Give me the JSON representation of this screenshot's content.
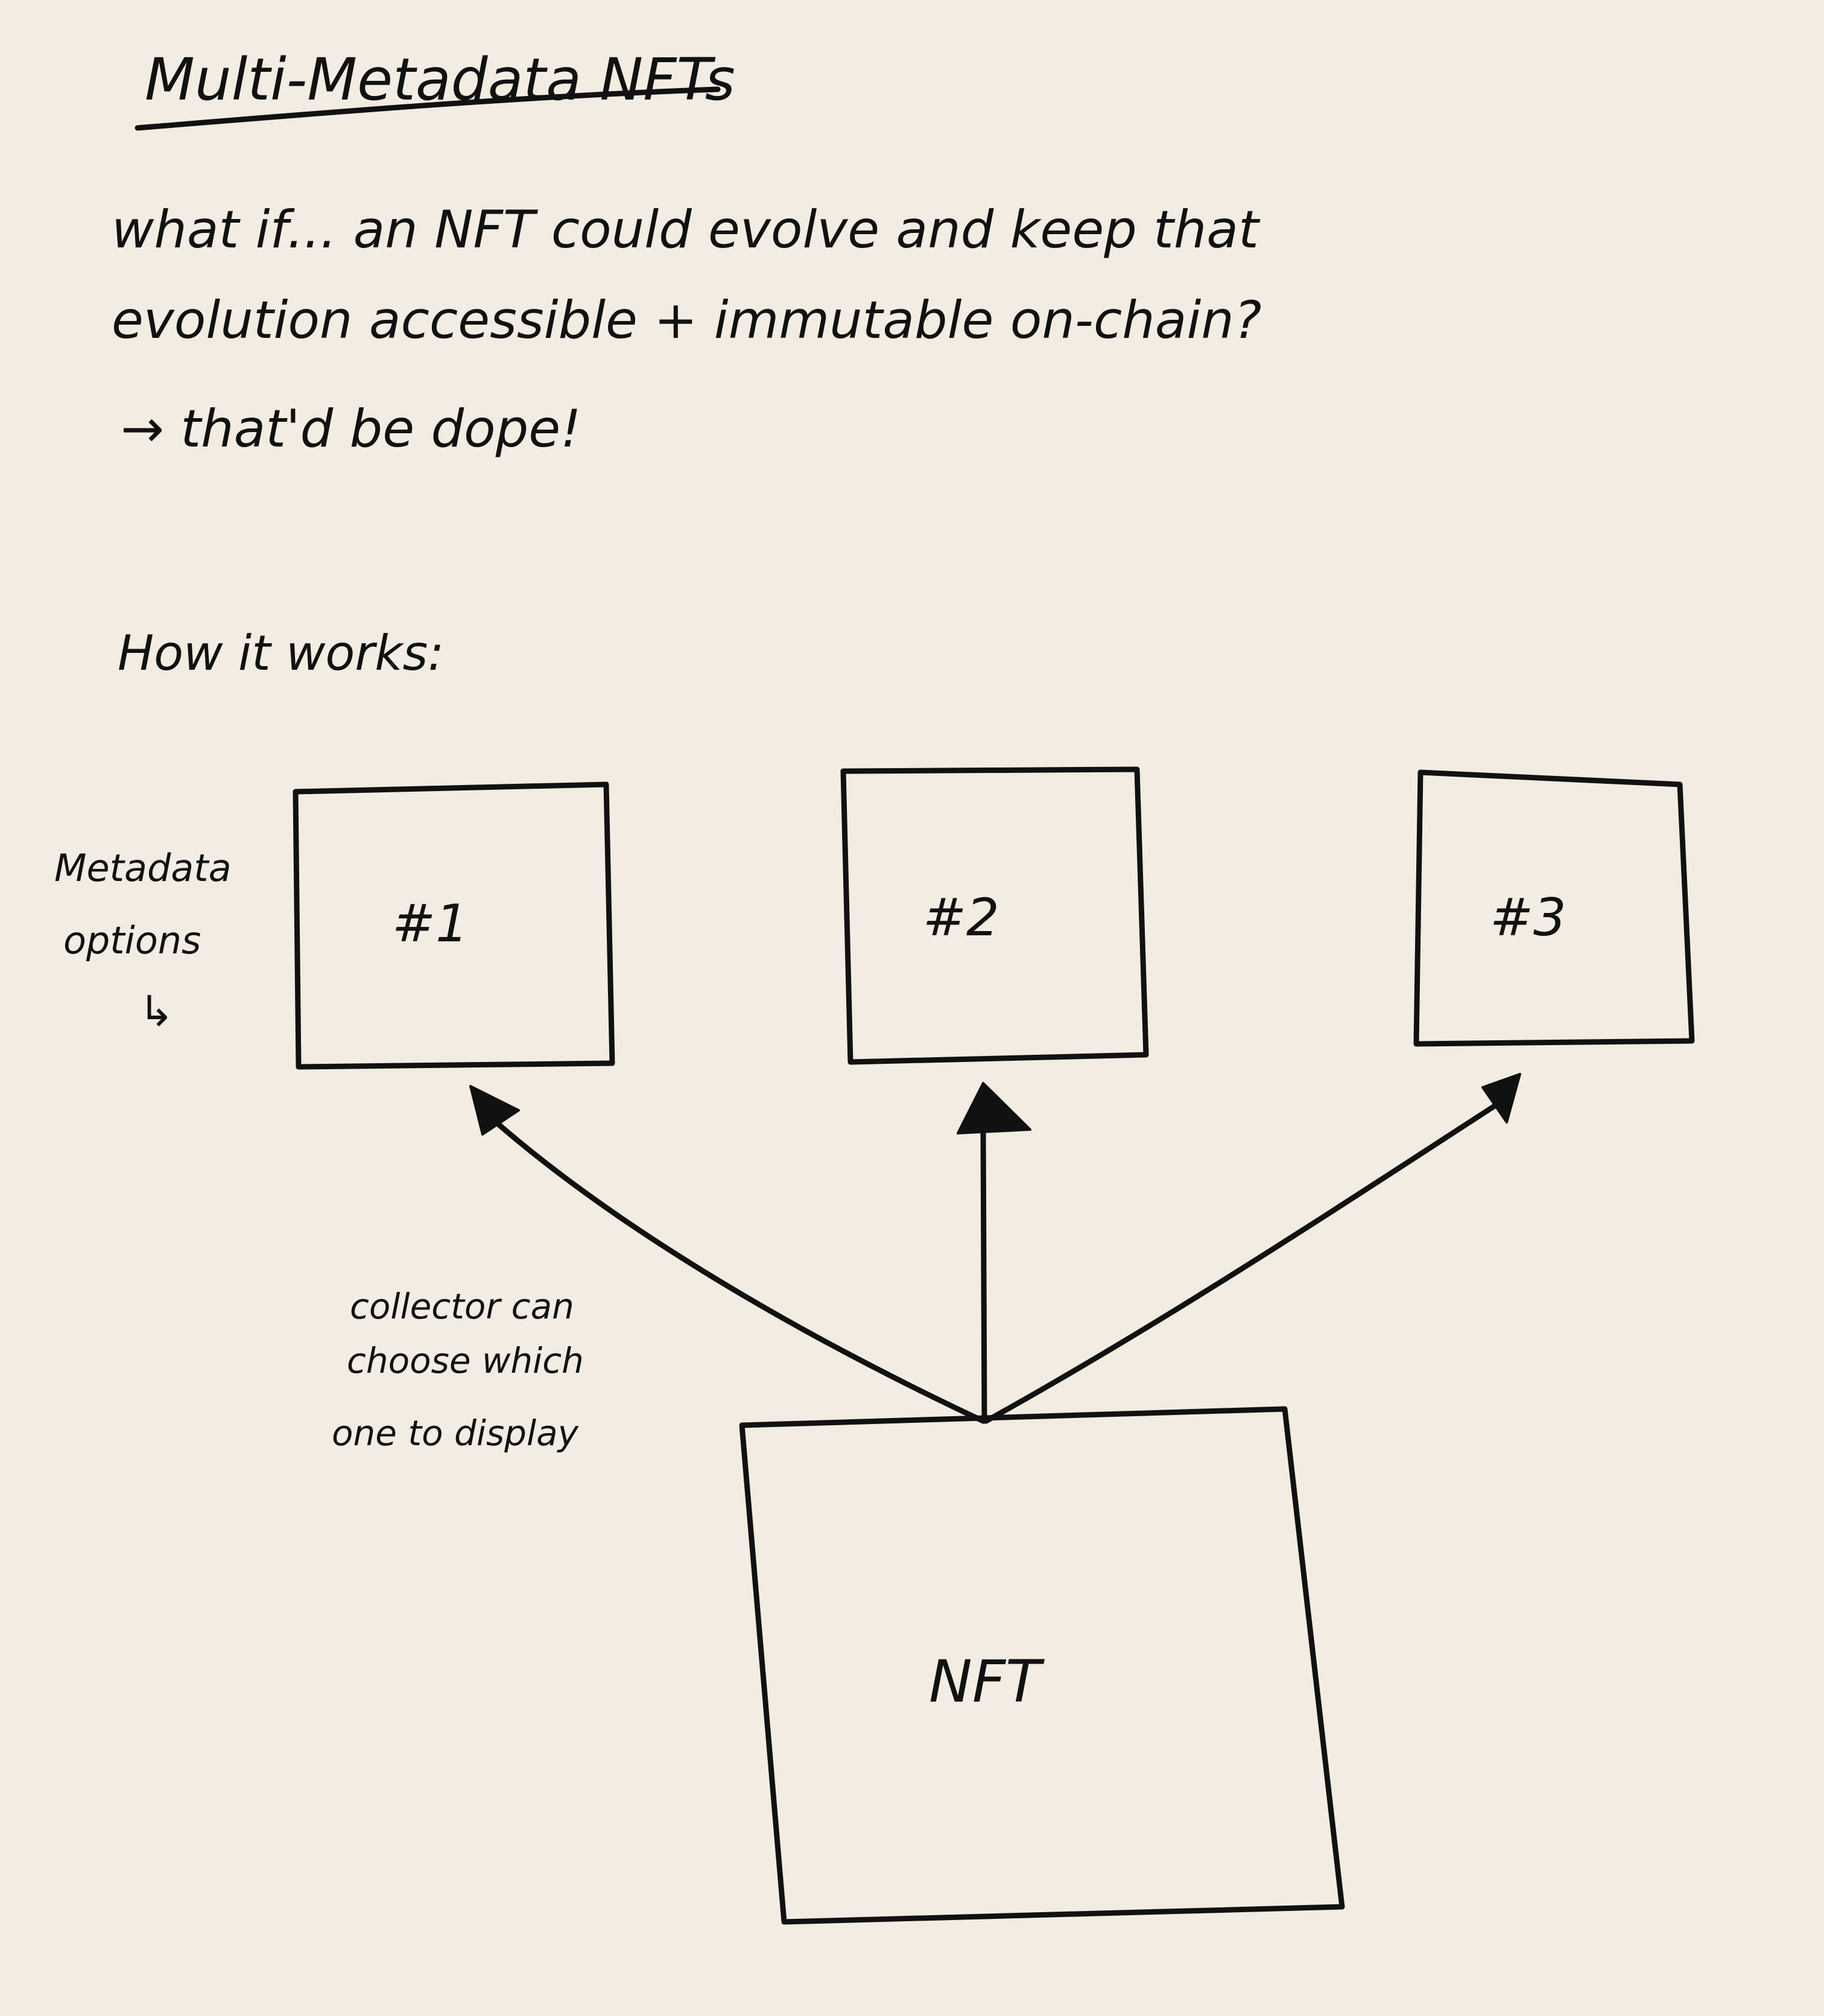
{
  "title": "Multi-Metadata NFTs",
  "paragraph": {
    "line1": "what if... an NFT could evolve and keep that",
    "line2": "evolution accessible + immutable on-chain?",
    "line3": "→ that'd be dope!"
  },
  "how_it_works": "How it works:",
  "metadata_label": {
    "line1": "Metadata",
    "line2": "options",
    "line3": "↳"
  },
  "boxes": {
    "option1": "#1",
    "option2": "#2",
    "option3": "#3",
    "nft": "NFT"
  },
  "annotation": {
    "line1": "collector can",
    "line2": "choose which",
    "line3": "one to display"
  },
  "colors": {
    "paper": "#f2ece2",
    "ink": "#111111"
  }
}
